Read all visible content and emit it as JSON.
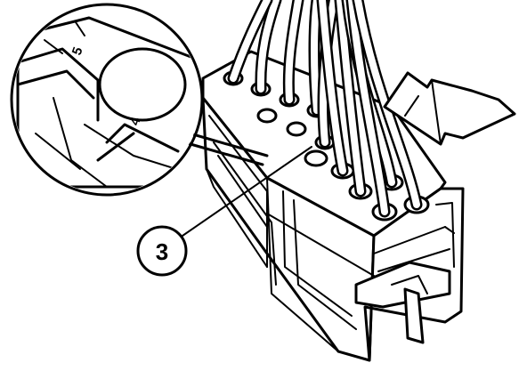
{
  "diagram": {
    "callout_label": "3",
    "zoom_labels": [
      "5",
      "4"
    ],
    "colors": {
      "ink": "#000000",
      "paper": "#ffffff"
    },
    "icons": [
      "arrow-icon"
    ]
  }
}
